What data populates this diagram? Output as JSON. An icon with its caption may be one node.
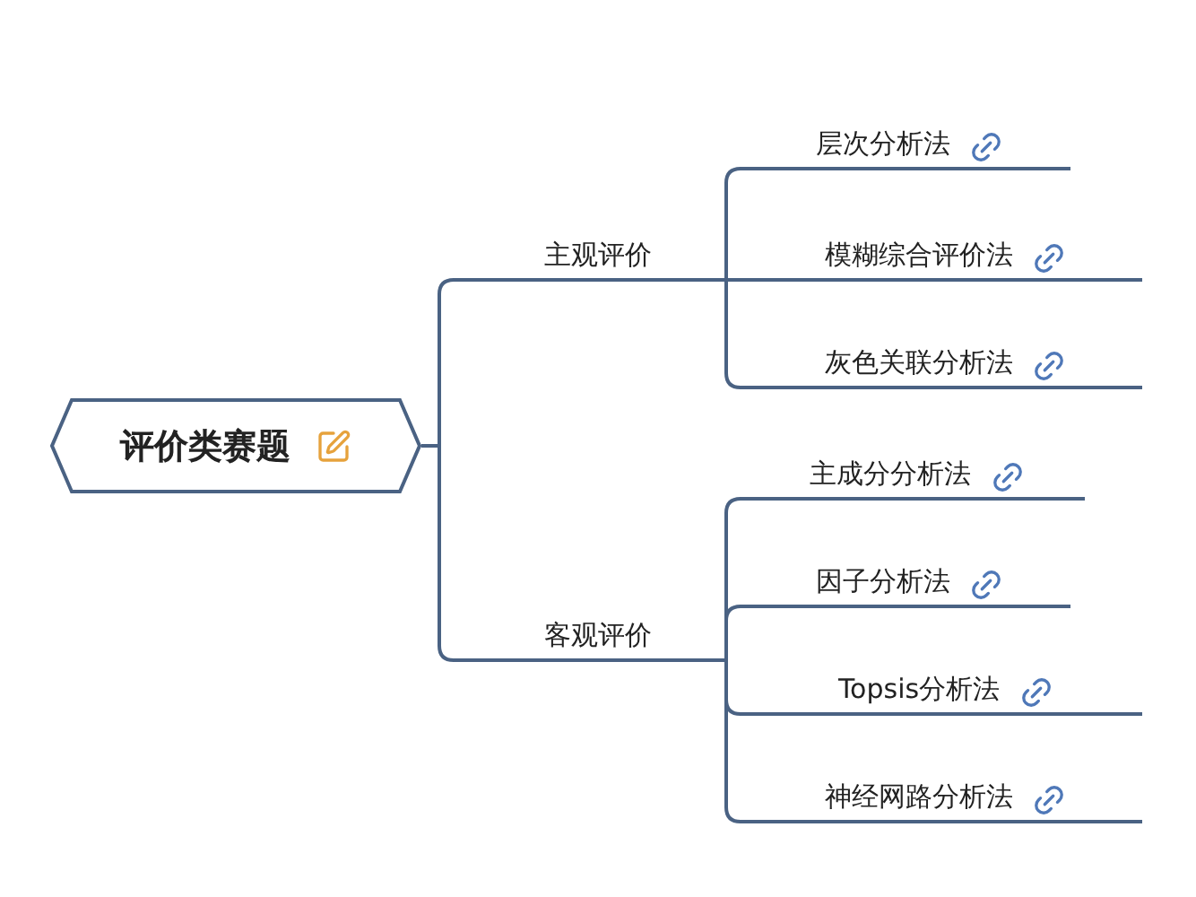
{
  "diagram": {
    "nodes": [
      {
        "text": [
          "评价类赛题"
        ]
      },
      {
        "text": [
          "主观评价"
        ]
      },
      {
        "text": [
          "层次分析法"
        ]
      },
      {
        "text": [
          "模糊综合评价法"
        ]
      },
      {
        "text": [
          "灰色关联分析法"
        ]
      },
      {
        "text": [
          "客观评价"
        ]
      },
      {
        "text": [
          "主成分分析法"
        ]
      },
      {
        "text": [
          "因子分析法"
        ]
      },
      {
        "text": [
          "Topsis分析法"
        ]
      },
      {
        "text": [
          "神经网路分析法"
        ]
      }
    ],
    "edges": [
      {
        "from": 0,
        "to": 1,
        "arrow": "none"
      },
      {
        "from": 1,
        "to": 2,
        "arrow": "none"
      },
      {
        "from": 1,
        "to": 3,
        "arrow": "none"
      },
      {
        "from": 1,
        "to": 4,
        "arrow": "none"
      },
      {
        "from": 0,
        "to": 5,
        "arrow": "none"
      },
      {
        "from": 5,
        "to": 6,
        "arrow": "none"
      },
      {
        "from": 5,
        "to": 7,
        "arrow": "none"
      },
      {
        "from": 5,
        "to": 8,
        "arrow": "none"
      },
      {
        "from": 5,
        "to": 9,
        "arrow": "none"
      }
    ]
  }
}
